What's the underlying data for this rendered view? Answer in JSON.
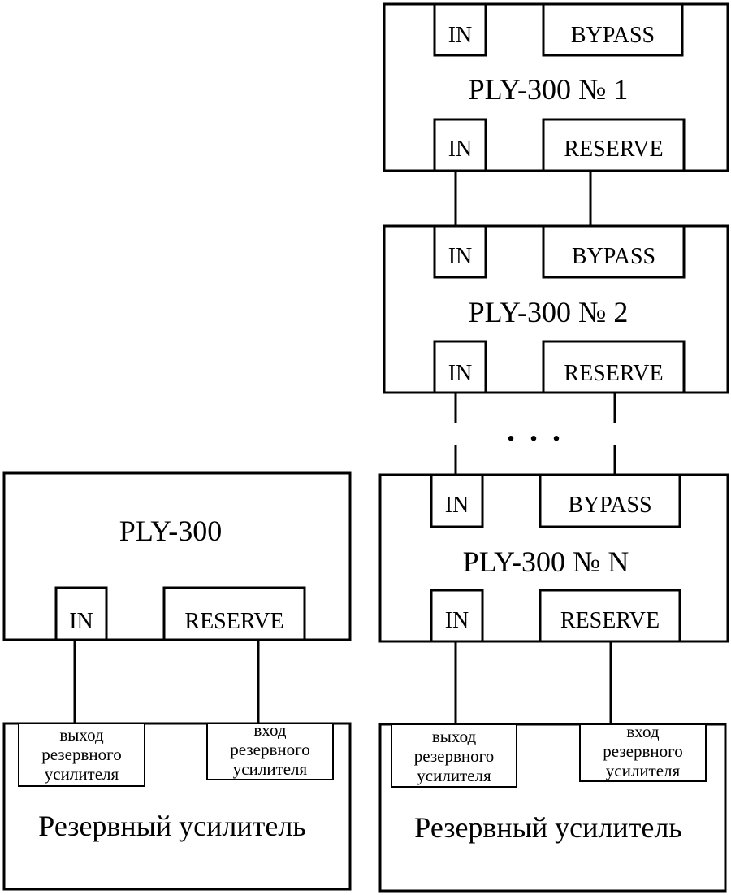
{
  "ports": {
    "in": "IN",
    "bypass": "BYPASS",
    "reserve": "RESERVE"
  },
  "standalone": {
    "title": "PLY-300"
  },
  "chain": {
    "unit1_title": "PLY-300 № 1",
    "unit2_title": "PLY-300 № 2",
    "unitN_title": "PLY-300 № N",
    "ellipsis": ". . ."
  },
  "reserve_amp": {
    "title": "Резервный усилитель",
    "output_label": [
      "выход",
      "резервного",
      "усилителя"
    ],
    "input_label": [
      "вход",
      "резервного",
      "усилителя"
    ]
  }
}
